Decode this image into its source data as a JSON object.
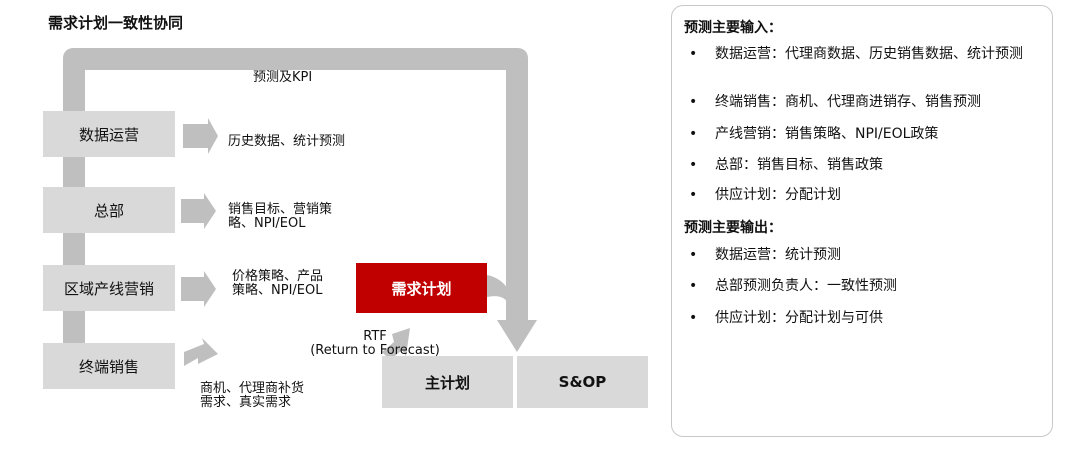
{
  "diagram": {
    "title": "需求计划一致性协同",
    "loop_label": "预测及KPI",
    "sources": [
      {
        "label": "数据运营",
        "annotation": "历史数据、统计预测"
      },
      {
        "label": "总部",
        "annotation": "销售目标、营销策\n略、NPI/EOL"
      },
      {
        "label": "区域产线营销",
        "annotation": "价格策略、产品\n策略、NPI/EOL"
      },
      {
        "label": "终端销售",
        "annotation": "商机、代理商补货\n需求、真实需求"
      }
    ],
    "demand_plan": "需求计划",
    "rtf": {
      "line1": "RTF",
      "line2": "(Return to Forecast)"
    },
    "master_plan": "主计划",
    "sop": "S&OP",
    "colors": {
      "gray": "#bfbfbf",
      "box_gray": "#d9d9d9",
      "red": "#c00000"
    }
  },
  "panel": {
    "inputs_heading": "预测主要输入：",
    "inputs": [
      "数据运营：代理商数据、历史销售数据、统计预测",
      "终端销售：商机、代理商进销存、销售预测",
      "产线营销：销售策略、NPI/EOL政策",
      "总部：销售目标、销售政策",
      "供应计划：分配计划"
    ],
    "outputs_heading": "预测主要输出：",
    "outputs": [
      "数据运营：统计预测",
      "总部预测负责人：一致性预测",
      "供应计划：分配计划与可供"
    ],
    "bullet_symbol": "•"
  }
}
